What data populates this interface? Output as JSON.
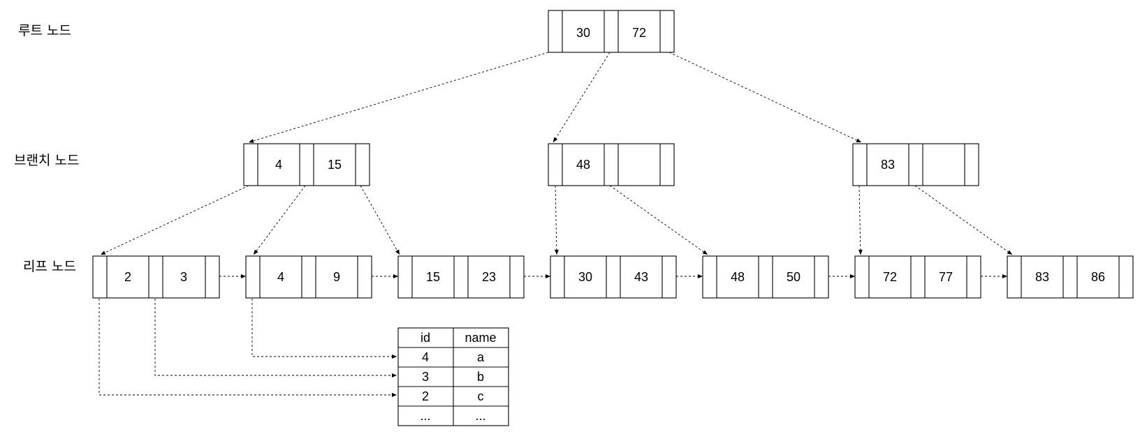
{
  "labels": {
    "root": "루트 노드",
    "branch": "브랜치 노드",
    "leaf": "리프 노드"
  },
  "root": {
    "keys": [
      "30",
      "72"
    ]
  },
  "branches": [
    {
      "keys": [
        "4",
        "15"
      ]
    },
    {
      "keys": [
        "48",
        ""
      ]
    },
    {
      "keys": [
        "83",
        ""
      ]
    }
  ],
  "leaves": [
    {
      "keys": [
        "2",
        "3"
      ]
    },
    {
      "keys": [
        "4",
        "9"
      ]
    },
    {
      "keys": [
        "15",
        "23"
      ]
    },
    {
      "keys": [
        "30",
        "43"
      ]
    },
    {
      "keys": [
        "48",
        "50"
      ]
    },
    {
      "keys": [
        "72",
        "77"
      ]
    },
    {
      "keys": [
        "83",
        "86"
      ]
    }
  ],
  "table": {
    "headers": [
      "id",
      "name"
    ],
    "rows": [
      [
        "4",
        "a"
      ],
      [
        "3",
        "b"
      ],
      [
        "2",
        "c"
      ],
      [
        "...",
        "..."
      ]
    ]
  }
}
